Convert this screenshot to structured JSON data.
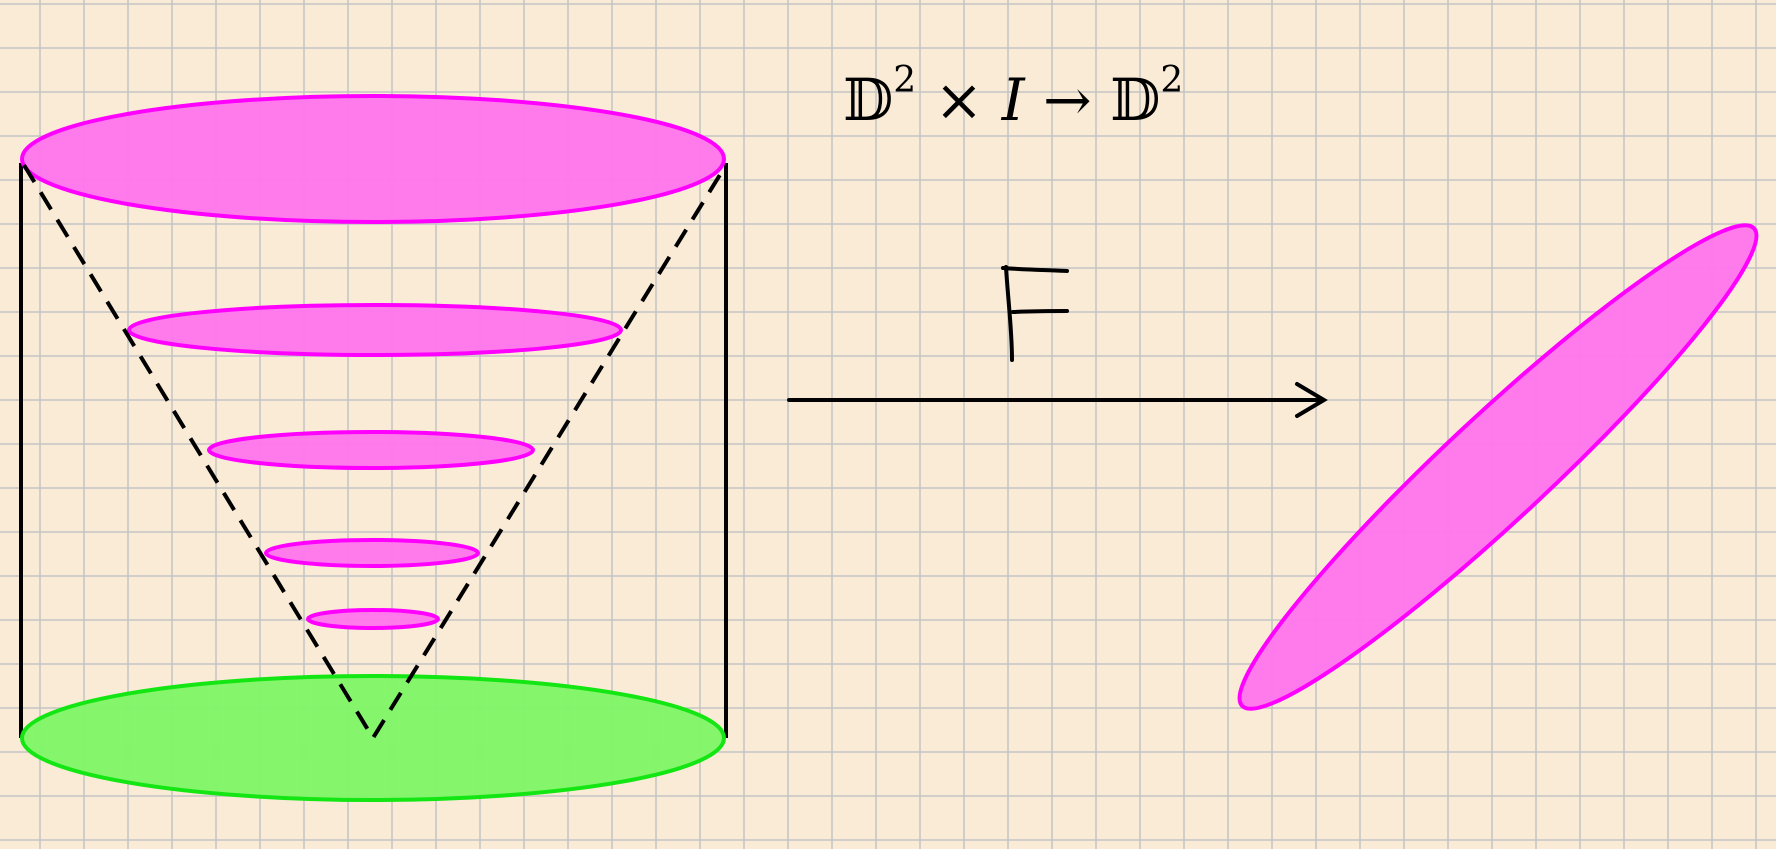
{
  "title": {
    "base1": "𝔻",
    "exp1": "2",
    "times": " × ",
    "interval": "I",
    "arrow": " → ",
    "base2": "𝔻",
    "exp2": "2"
  },
  "map_label": "F",
  "colors": {
    "background": "#faebd7",
    "grid": "#c3c3c3",
    "magenta_fill": "#ff75ed",
    "magenta_stroke": "#ff00ff",
    "green_fill": "#7ef566",
    "green_stroke": "#13e613",
    "ink": "#000000"
  },
  "icons": {
    "arrow": "arrow-right-icon"
  }
}
